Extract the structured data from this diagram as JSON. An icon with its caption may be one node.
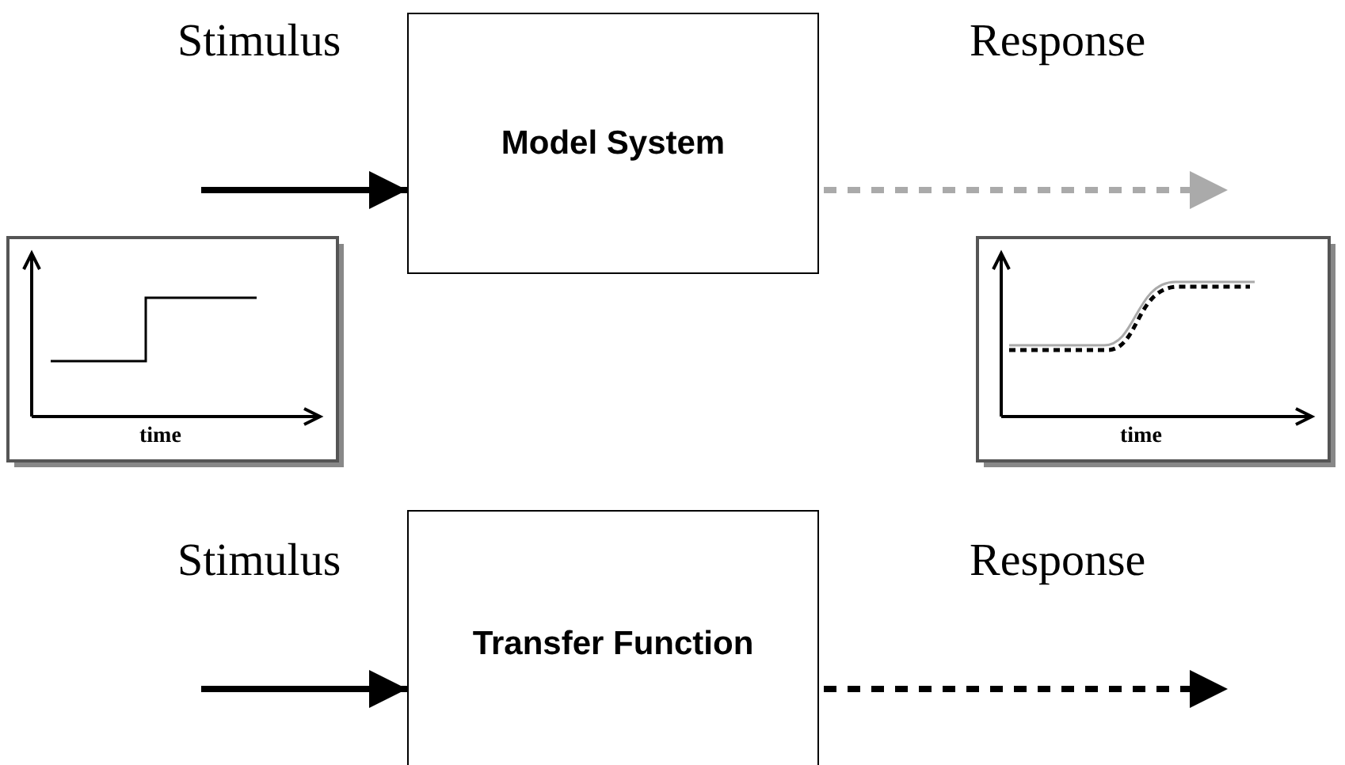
{
  "diagram": {
    "nodes": [
      {
        "text": [
          "Model System"
        ]
      },
      {
        "text": [
          "Transfer Function"
        ]
      }
    ],
    "edges": [
      {
        "from": null,
        "to": 0,
        "arrow": "to",
        "label": "Stimulus"
      },
      {
        "from": 0,
        "to": null,
        "arrow": "to",
        "label": "Response",
        "style": "dashed",
        "color": "#aaaaaa"
      },
      {
        "from": null,
        "to": 1,
        "arrow": "to",
        "label": "Stimulus"
      },
      {
        "from": 1,
        "to": null,
        "arrow": "to",
        "label": "Response",
        "style": "dashed"
      }
    ],
    "labels": [
      "time",
      "time"
    ]
  }
}
